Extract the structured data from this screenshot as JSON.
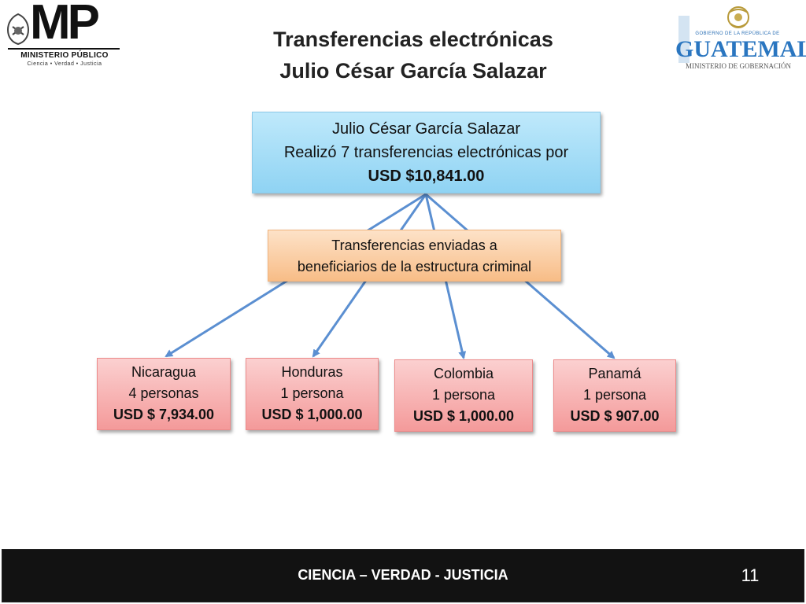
{
  "title": {
    "line1": "Transferencias electrónicas",
    "line2": "Julio César García Salazar"
  },
  "logos": {
    "left": {
      "letters": "MP",
      "name": "MINISTERIO PÚBLICO",
      "tagline": "Ciencia  •  Verdad  •  Justicia"
    },
    "right": {
      "top": "GOBIERNO DE LA REPÚBLICA DE",
      "word": "GUATEMALA",
      "sub": "MINISTERIO DE GOBERNACIÓN"
    }
  },
  "diagram": {
    "root": {
      "line1": "Julio César García Salazar",
      "line2": "Realizó 7 transferencias electrónicas por",
      "amount": "USD $10,841.00"
    },
    "middle": {
      "line1": "Transferencias enviadas a",
      "line2": "beneficiarios de la estructura criminal"
    },
    "leaves": [
      {
        "country": "Nicaragua",
        "persons": "4 personas",
        "amount": "USD $ 7,934.00"
      },
      {
        "country": "Honduras",
        "persons": "1 persona",
        "amount": "USD $ 1,000.00"
      },
      {
        "country": "Colombia",
        "persons": "1 persona",
        "amount": "USD $ 1,000.00"
      },
      {
        "country": "Panamá",
        "persons": "1 persona",
        "amount": "USD $ 907.00"
      }
    ],
    "colors": {
      "root_fill": "#8fd3f3",
      "middle_fill": "#f8bd87",
      "leaf_fill": "#f49a9a",
      "connector": "#5b8fd1"
    }
  },
  "footer": {
    "motto": "CIENCIA – VERDAD - JUSTICIA",
    "page": "11"
  }
}
